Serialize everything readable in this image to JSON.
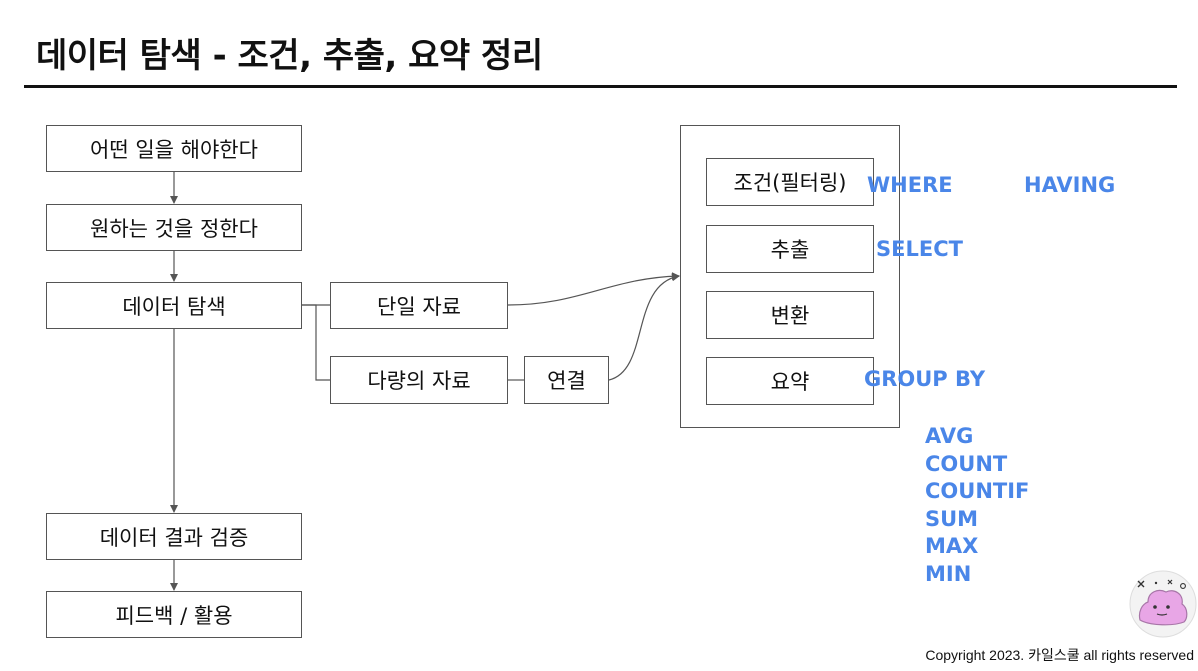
{
  "title": "데이터 탐색 - 조건, 추출, 요약 정리",
  "flow": {
    "step1": "어떤 일을 해야한다",
    "step2": "원하는 것을 정한다",
    "step3": "데이터 탐색",
    "step4": "데이터 결과 검증",
    "step5": "피드백 / 활용"
  },
  "branches": {
    "single": "단일 자료",
    "multi": "다량의 자료",
    "join": "연결"
  },
  "operations": {
    "condition": "조건(필터링)",
    "extract": "추출",
    "transform": "변환",
    "summary": "요약"
  },
  "sql_keywords": {
    "where": "WHERE",
    "having": "HAVING",
    "select": "SELECT",
    "group_by": "GROUP BY"
  },
  "aggregates": [
    "AVG",
    "COUNT",
    "COUNTIF",
    "SUM",
    "MAX",
    "MIN"
  ],
  "copyright": "Copyright 2023. 카일스쿨 all rights reserved",
  "colors": {
    "keyword": "#4a86e8",
    "line": "#555555",
    "mascot": "#e8a6e6"
  },
  "icons": [
    "ditto-mascot-icon"
  ]
}
